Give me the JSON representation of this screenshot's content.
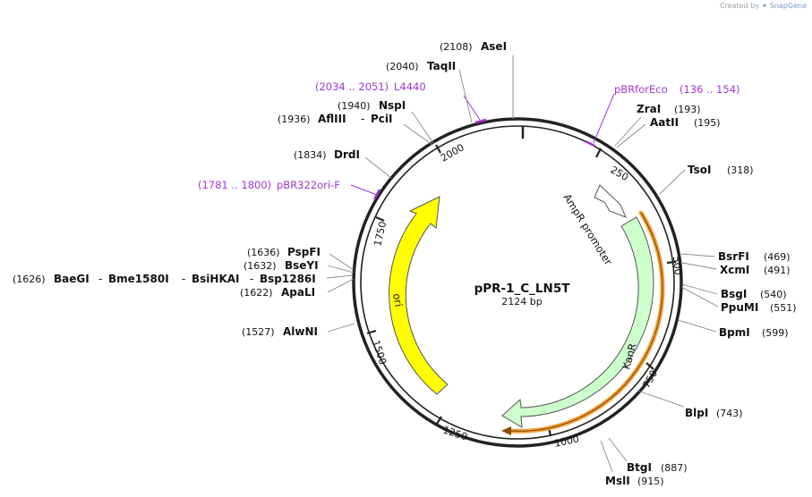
{
  "credit": {
    "prefix": "Created by",
    "brand": "SnapGene"
  },
  "plasmid": {
    "name": "pPR-1_C_LN5T",
    "size_label": "2124 bp"
  },
  "ticks": [
    "250",
    "500",
    "750",
    "1000",
    "1250",
    "1500",
    "1750",
    "2000"
  ],
  "features": {
    "ampr_promoter": "AmpR promoter",
    "kanr": "KanR",
    "ori": "ori"
  },
  "enzymes": {
    "asei": {
      "name": "AseI",
      "pos": "(2108)"
    },
    "taqii": {
      "name": "TaqII",
      "pos": "(2040)"
    },
    "nspi": {
      "name": "NspI",
      "pos": "(1940)"
    },
    "afliii": {
      "name": "AflIII",
      "pos": "(1936)"
    },
    "pcii": {
      "name": "PciI"
    },
    "drdi": {
      "name": "DrdI",
      "pos": "(1834)"
    },
    "pspfi": {
      "name": "PspFI",
      "pos": "(1636)"
    },
    "bseyi": {
      "name": "BseYI",
      "pos": "(1632)"
    },
    "baegi": {
      "name": "BaeGI",
      "pos": "(1626)"
    },
    "bme1580i": {
      "name": "Bme1580I"
    },
    "bsihkai": {
      "name": "BsiHKAI"
    },
    "bsp1286i": {
      "name": "Bsp1286I"
    },
    "apali": {
      "name": "ApaLI",
      "pos": "(1622)"
    },
    "alwni": {
      "name": "AlwNI",
      "pos": "(1527)"
    },
    "zrai": {
      "name": "ZraI",
      "pos": "(193)"
    },
    "aatii": {
      "name": "AatII",
      "pos": "(195)"
    },
    "tsoi": {
      "name": "TsoI",
      "pos": "(318)"
    },
    "bsrfi": {
      "name": "BsrFI",
      "pos": "(469)"
    },
    "xcmi": {
      "name": "XcmI",
      "pos": "(491)"
    },
    "bsgi": {
      "name": "BsgI",
      "pos": "(540)"
    },
    "ppumi": {
      "name": "PpuMI",
      "pos": "(551)"
    },
    "bpmi": {
      "name": "BpmI",
      "pos": "(599)"
    },
    "blpi": {
      "name": "BlpI",
      "pos": "(743)"
    },
    "btgi": {
      "name": "BtgI",
      "pos": "(887)"
    },
    "msli": {
      "name": "MslI",
      "pos": "(915)"
    }
  },
  "primers": {
    "l4440": {
      "range": "(2034 .. 2051)",
      "name": "L4440"
    },
    "pbrforeco": {
      "name": "pBRforEco",
      "range": "(136 .. 154)"
    },
    "pbr322ori": {
      "range": "(1781 .. 1800)",
      "name": "pBR322ori-F"
    }
  },
  "colors": {
    "ori": "#ffff00",
    "kanr": "#ccffcc",
    "highlight": "#f2a33a",
    "primer": "#a335d6",
    "backbone": "#222222"
  }
}
